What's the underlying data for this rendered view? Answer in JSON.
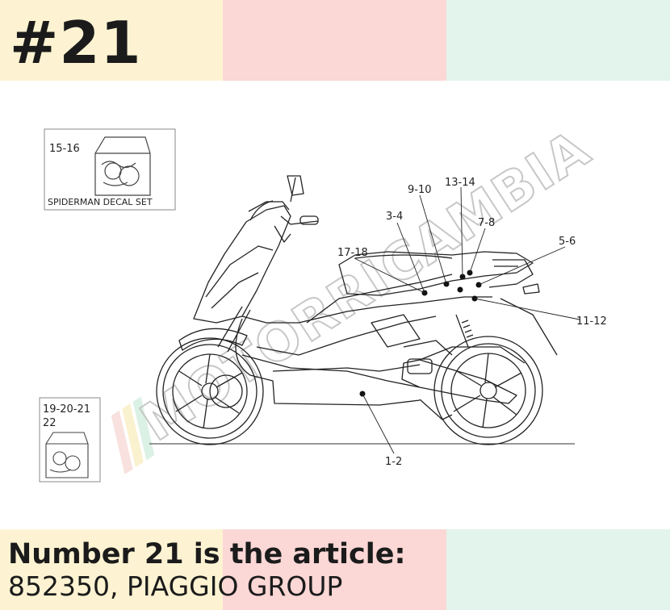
{
  "header": {
    "number": "#21"
  },
  "diagram": {
    "inset_top": {
      "ref": "15-16",
      "caption": "SPIDERMAN DECAL SET"
    },
    "inset_bottom": {
      "ref_line1": "19-20-21",
      "ref_line2": "22"
    },
    "callouts": {
      "c_9_10": "9-10",
      "c_13_14": "13-14",
      "c_3_4": "3-4",
      "c_7_8": "7-8",
      "c_17_18": "17-18",
      "c_5_6": "5-6",
      "c_11_12": "11-12",
      "c_1_2": "1-2"
    },
    "watermark": "MOTORRICAMBIA"
  },
  "caption": {
    "line1": "Number 21 is the article:",
    "line2": "852350, PIAGGIO GROUP"
  },
  "colors": {
    "band_yellow": "#fdf3d2",
    "band_pink": "#fbd7d6",
    "band_mint": "#e2f4ec",
    "text": "#1b1b1b"
  }
}
